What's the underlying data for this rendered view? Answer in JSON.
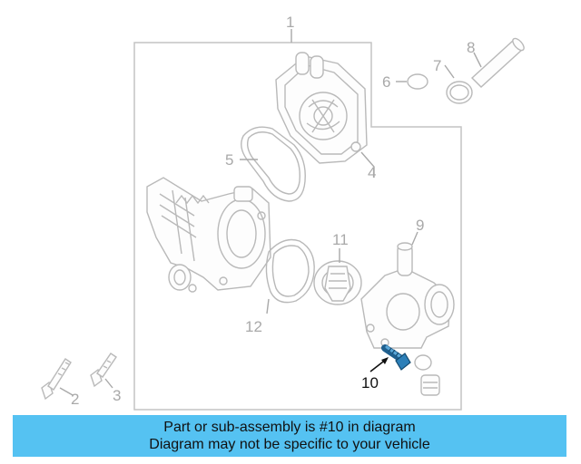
{
  "callouts": {
    "c1": "1",
    "c2": "2",
    "c3": "3",
    "c4": "4",
    "c5": "5",
    "c6": "6",
    "c7": "7",
    "c8": "8",
    "c9": "9",
    "c10": "10",
    "c11": "11",
    "c12": "12"
  },
  "banner": {
    "line1": "Part or sub-assembly is #10 in diagram",
    "line2": "Diagram may not be specific to your vehicle"
  },
  "colors": {
    "highlight_part": "#2c7fb8",
    "banner_background": "#55c2f2",
    "linework": "#b9b9b9"
  }
}
